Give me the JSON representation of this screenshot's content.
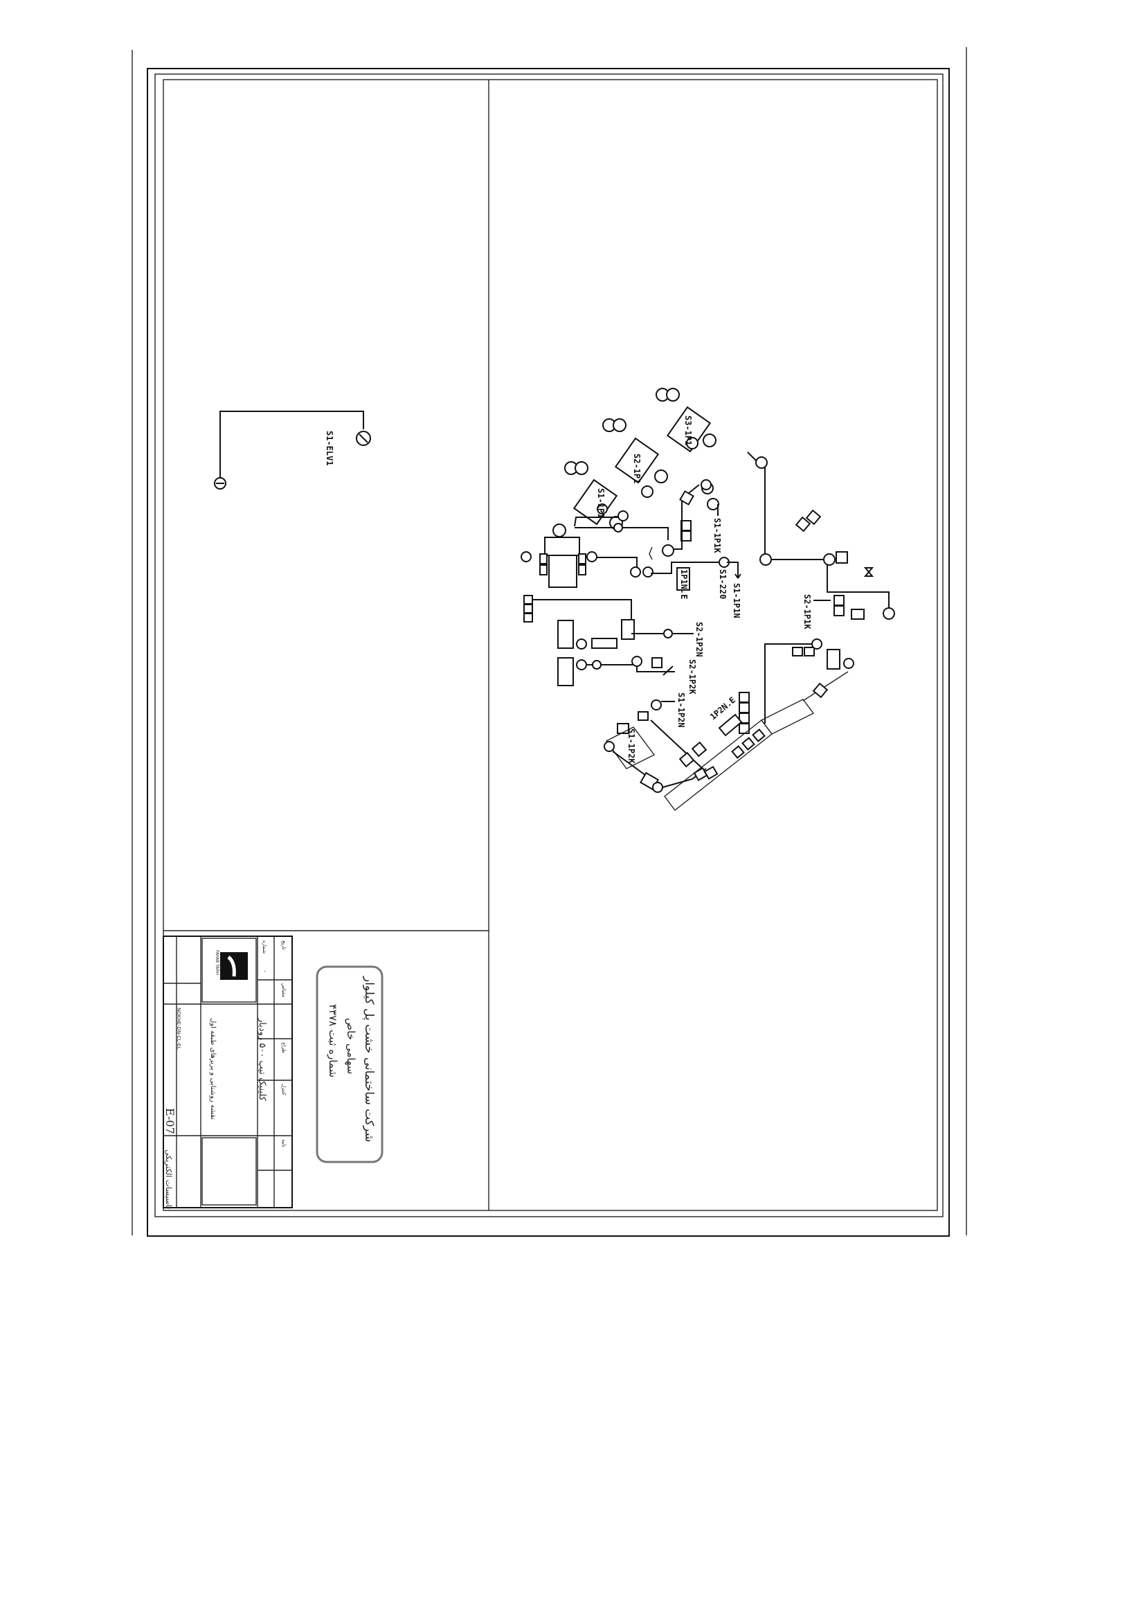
{
  "drawing": {
    "sheet_number": "E-07",
    "drawing_code": "NOKHE-DN-CL-EL",
    "discipline": "تاسیسات الکتریکی",
    "project_title": "کلینیک تیپ ۵۰۰ رودبار",
    "sheet_title": "نقشه روشنایی و پریزهای طبقه اول",
    "logo_text": "PAYAB TARH",
    "title_block_cells": [
      "تاریخ",
      "مقیاس",
      "طراح",
      "کنترل",
      "تایید",
      "شماره",
      "۰"
    ],
    "stamp": {
      "line1": "شرکت ساختمانی خشت پل کیلوار",
      "line2": "سهامی خاص",
      "line3": "شماره ثبت ۴۳۷۸"
    }
  },
  "circuit_labels": {
    "elv": "S1-ELV1",
    "s1_1p1k": "S1-1P1K",
    "s2_1p1k": "S2-1P1K",
    "s1_1p1n": "S1-1P1N",
    "s1_220": "S1-220",
    "panel_1p1n": "1P1N.E",
    "s2_1p2n": "S2-1P2N",
    "s2_1p2k": "S2-1P2K",
    "s1_1p2n": "S1-1P2N",
    "s1_1p2k": "S1-1P2K",
    "panel_1p2n": "1P2N.E",
    "s1_1p1": "S1-1P1",
    "s2_1p1": "S2-1P1",
    "s3_1p1": "S3-1P1"
  }
}
